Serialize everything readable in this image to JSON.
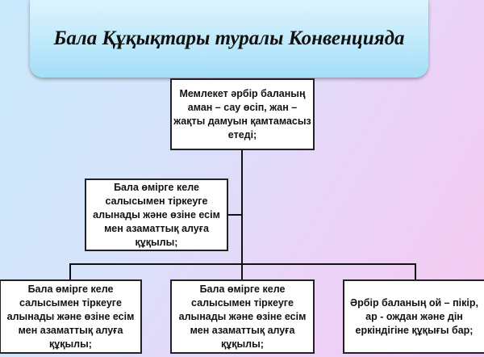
{
  "title": "Бала Құқықтары туралы Конвенцияда",
  "nodes": {
    "root": "Мемлекет әрбір баланың аман – сау өсіп, жан – жақты дамуын қамтамасыз етеді;",
    "middle": "Бала өмірге келе салысымен тіркеуге алынады және өзіне есім мен азаматтық алуға құқылы;",
    "bottom_left": "Бала өмірге келе салысымен тіркеуге алынады және өзіне есім мен азаматтық алуға құқылы;",
    "bottom_center": "Бала өмірге келе салысымен тіркеуге алынады және өзіне есім мен азаматтық алуға құқылы;",
    "bottom_right": "Әрбір баланың ой – пікір, ар - ождан және дін еркіндігіне құқығы бар;"
  }
}
